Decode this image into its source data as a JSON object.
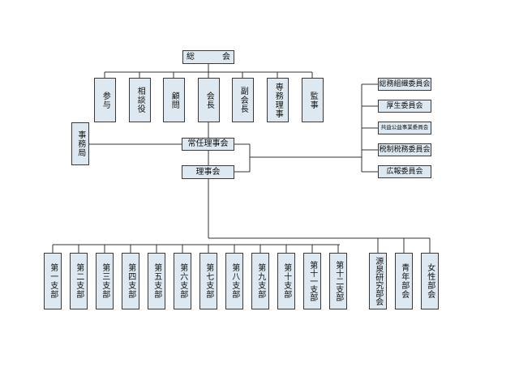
{
  "top": {
    "general_meeting": "総　会"
  },
  "officers": [
    {
      "key": "advisor",
      "label": "参与"
    },
    {
      "key": "counselor",
      "label": "相談役"
    },
    {
      "key": "consultant",
      "label": "顧問"
    },
    {
      "key": "chair",
      "label": "会長"
    },
    {
      "key": "vice_chair",
      "label": "副会長"
    },
    {
      "key": "managing_director",
      "label": "専務理事"
    },
    {
      "key": "auditor",
      "label": "監事"
    }
  ],
  "secretariat": "事務局",
  "standing_board": "常任理事会",
  "board": "理事会",
  "committees": [
    "総務組織委員会",
    "厚生委員会",
    "共益公益事業委員会",
    "税制税務委員会",
    "広報委員会"
  ],
  "branches": [
    "第一支部",
    "第二支部",
    "第三支部",
    "第四支部",
    "第五支部",
    "第六支部",
    "第七支部",
    "第八支部",
    "第九支部",
    "第十支部",
    "第十一支部",
    "第十二支部"
  ],
  "groups": [
    "源泉研究部会",
    "青年部会",
    "女性部会"
  ],
  "colors": {
    "box_fill": "#dde8f0",
    "border": "#3a3a3a",
    "line": "#333333"
  }
}
